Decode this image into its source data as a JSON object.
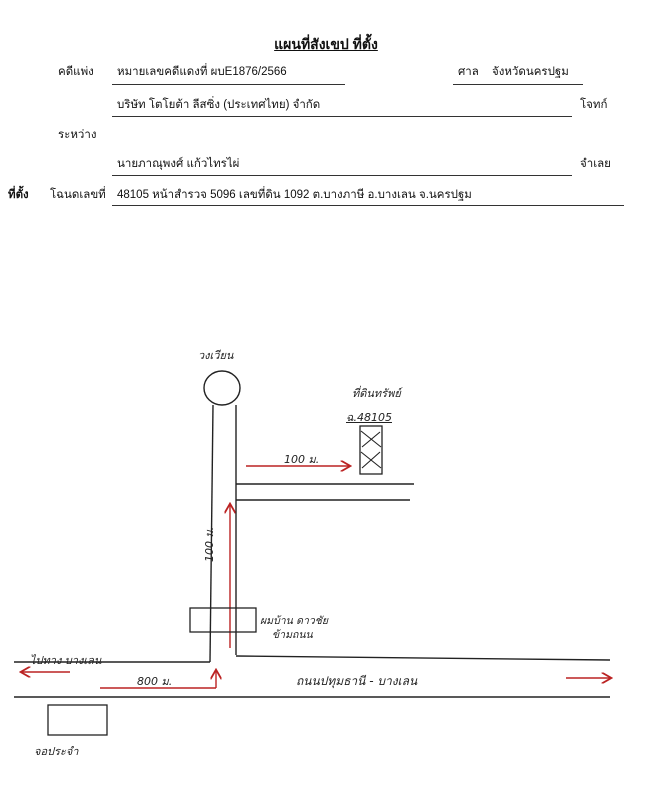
{
  "header": {
    "title": "แผนที่สังเขป ที่ตั้ง"
  },
  "case": {
    "label": "คดีแพ่ง",
    "number": "หมายเลขคดีแดงที่ ผบE1876/2566",
    "court_label": "ศาล",
    "court_name": "จังหวัดนครปฐม",
    "plaintiff": "บริษัท โตโยต้า ลีสซิ่ง (ประเทศไทย) จำกัด",
    "plaintiff_role": "โจทก์",
    "between_label": "ระหว่าง",
    "defendant": "นายภาณุพงศ์ แก้วไทรไผ่",
    "defendant_role": "จำเลย"
  },
  "location": {
    "label": "ที่ตั้ง",
    "deed_label": "โฉนดเลขที่",
    "detail": "48105 หน้าสำรวจ 5096 เลขที่ดิน 1092 ต.บางภาษี อ.บางเลน จ.นครปฐม"
  },
  "sketch": {
    "roundabout_label": "วงเวียน",
    "property_label": "ที่ดินทรัพย์",
    "deed_number": "ฉ.48105",
    "distance_east": "100 ม.",
    "distance_north": "100 ม.",
    "shop_label_line1": "ผมบ้าน ดาวชัย",
    "shop_label_line2": "ข้ามถนน",
    "to_left_label": "ไปทาง บางเลน",
    "distance_main": "800 ม.",
    "main_road_label": "ถนนปทุมธานี - บางเลน",
    "box_label": "จอประจำ"
  }
}
